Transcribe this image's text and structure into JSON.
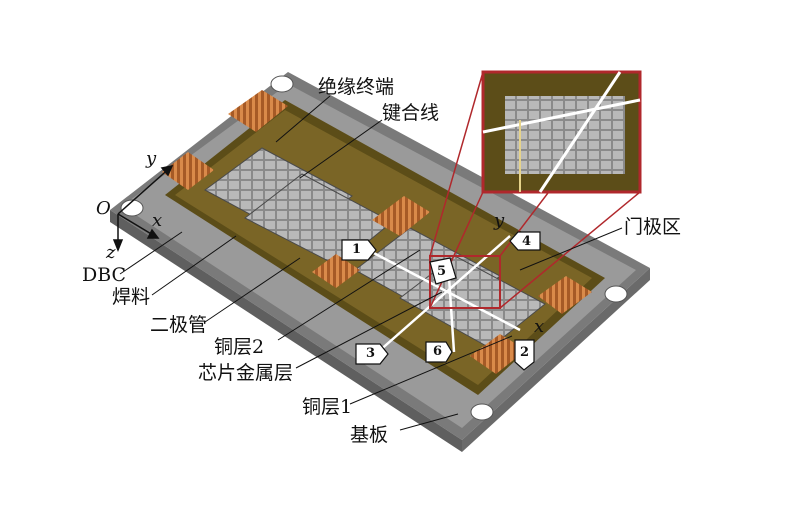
{
  "labels": {
    "insulation_terminal": "绝缘终端",
    "bond_wire": "键合线",
    "gate_region": "门极区",
    "dbc": "DBC",
    "solder": "焊料",
    "diode": "二极管",
    "copper_layer_2": "铜层2",
    "chip_metal_layer": "芯片金属层",
    "copper_layer_1": "铜层1",
    "baseplate": "基板"
  },
  "axes": {
    "origin": "O",
    "global_x": "x",
    "global_y": "y",
    "global_z": "z",
    "local_x": "x",
    "local_y": "y"
  },
  "markers": [
    "1",
    "2",
    "3",
    "4",
    "5",
    "6"
  ],
  "colors": {
    "baseplate": "#8e8e8e",
    "substrate": "#6b5a1c",
    "copper_wire": "#b8672e",
    "chip": "#a0a0a0",
    "zoom_frame": "#b0282c",
    "line": "#ffffff"
  }
}
